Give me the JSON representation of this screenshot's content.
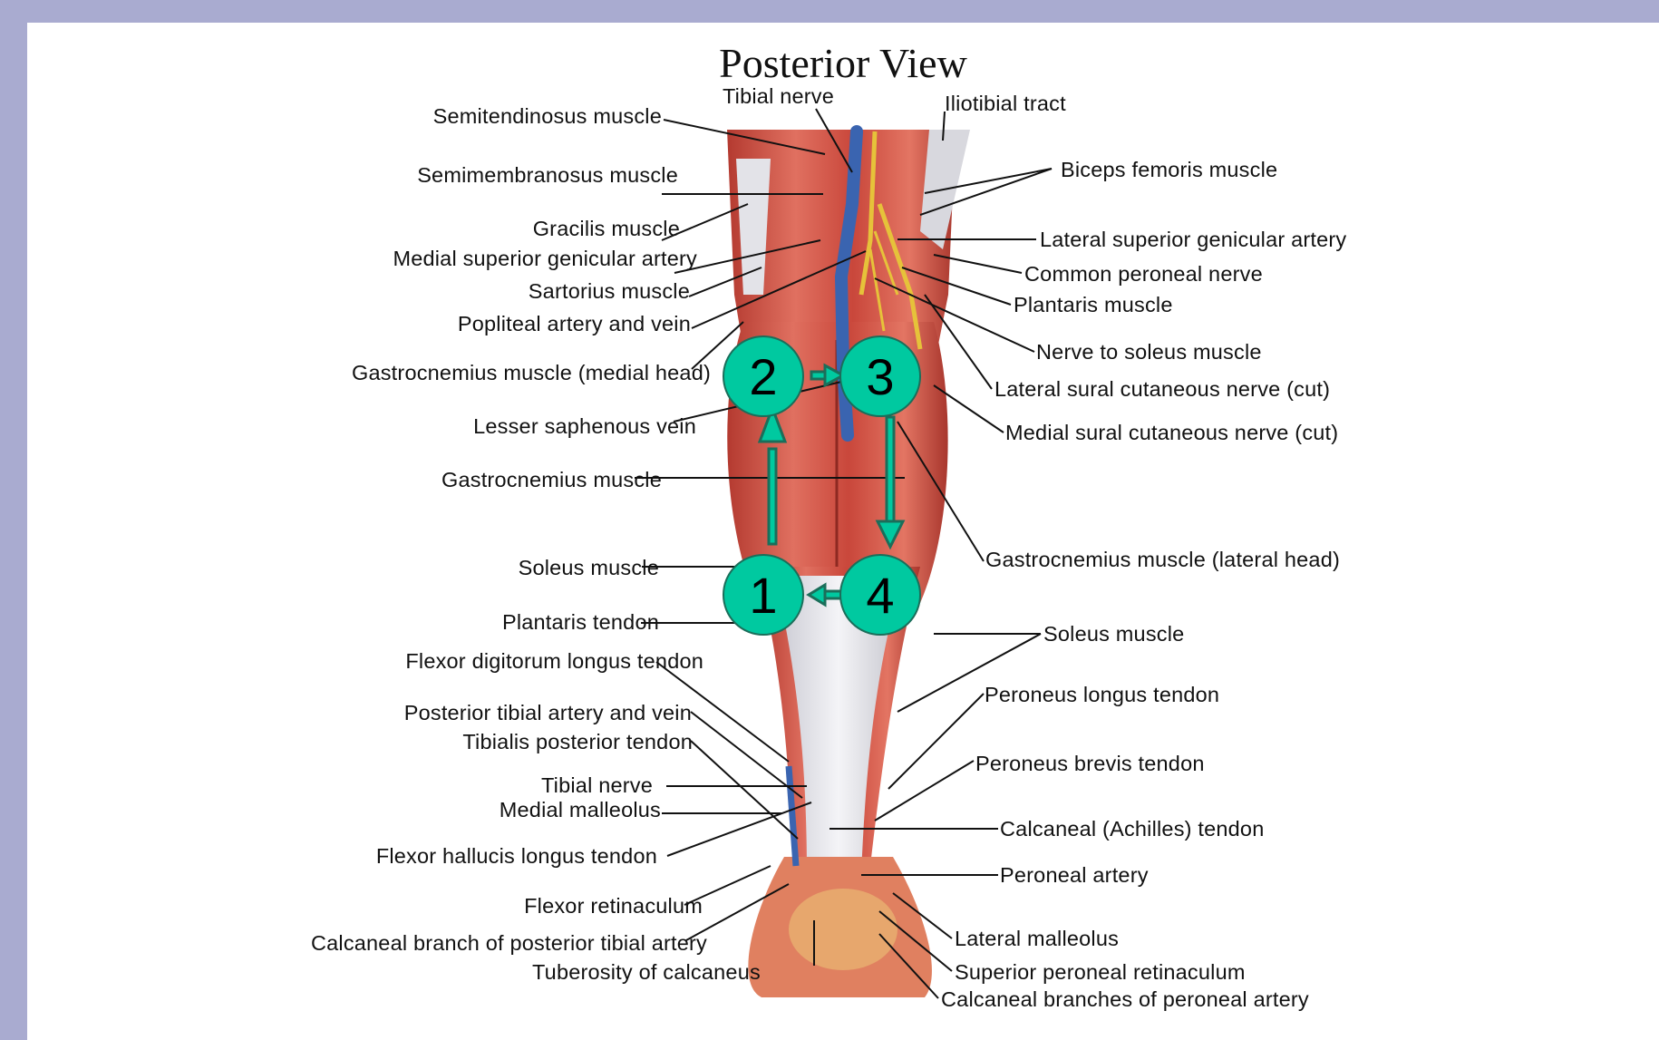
{
  "title": "Posterior View",
  "labels_left": [
    {
      "id": "semitendinosus",
      "text": "Semitendinosus muscle"
    },
    {
      "id": "semimembranosus",
      "text": "Semimembranosus muscle"
    },
    {
      "id": "gracilis",
      "text": "Gracilis muscle"
    },
    {
      "id": "medial-sup-genicular",
      "text": "Medial superior genicular artery"
    },
    {
      "id": "sartorius",
      "text": "Sartorius muscle"
    },
    {
      "id": "popliteal",
      "text": "Popliteal artery and vein"
    },
    {
      "id": "gastroc-medial",
      "text": "Gastrocnemius muscle (medial head)"
    },
    {
      "id": "lesser-saphenous",
      "text": "Lesser saphenous vein"
    },
    {
      "id": "gastrocnemius",
      "text": "Gastrocnemius muscle"
    },
    {
      "id": "soleus-left",
      "text": "Soleus muscle"
    },
    {
      "id": "plantaris-tendon",
      "text": "Plantaris tendon"
    },
    {
      "id": "fdl-tendon",
      "text": "Flexor digitorum longus tendon"
    },
    {
      "id": "post-tibial-artery",
      "text": "Posterior tibial artery and vein"
    },
    {
      "id": "tib-post-tendon",
      "text": "Tibialis posterior tendon"
    },
    {
      "id": "tibial-nerve-low",
      "text": "Tibial nerve"
    },
    {
      "id": "medial-malleolus",
      "text": "Medial malleolus"
    },
    {
      "id": "fhl-tendon",
      "text": "Flexor hallucis longus tendon"
    },
    {
      "id": "flexor-retinaculum",
      "text": "Flexor retinaculum"
    },
    {
      "id": "calc-branch-ptib",
      "text": "Calcaneal branch of posterior tibial artery"
    }
  ],
  "labels_center": [
    {
      "id": "tibial-nerve-top",
      "text": "Tibial nerve"
    },
    {
      "id": "tuberosity",
      "text": "Tuberosity of calcaneus"
    }
  ],
  "labels_right": [
    {
      "id": "iliotibial",
      "text": "Iliotibial tract"
    },
    {
      "id": "biceps-femoris",
      "text": "Biceps femoris muscle"
    },
    {
      "id": "lat-sup-genicular",
      "text": "Lateral superior genicular artery"
    },
    {
      "id": "common-peroneal",
      "text": "Common peroneal nerve"
    },
    {
      "id": "plantaris-muscle",
      "text": "Plantaris muscle"
    },
    {
      "id": "nerve-soleus",
      "text": "Nerve to soleus muscle"
    },
    {
      "id": "lat-sural",
      "text": "Lateral sural cutaneous nerve (cut)"
    },
    {
      "id": "med-sural",
      "text": "Medial sural cutaneous nerve (cut)"
    },
    {
      "id": "gastroc-lateral",
      "text": "Gastrocnemius muscle (lateral head)"
    },
    {
      "id": "soleus-right",
      "text": "Soleus muscle"
    },
    {
      "id": "peroneus-longus",
      "text": "Peroneus longus tendon"
    },
    {
      "id": "peroneus-brevis",
      "text": "Peroneus brevis tendon"
    },
    {
      "id": "achilles",
      "text": "Calcaneal (Achilles) tendon"
    },
    {
      "id": "peroneal-artery",
      "text": "Peroneal artery"
    },
    {
      "id": "lateral-malleolus",
      "text": "Lateral malleolus"
    },
    {
      "id": "sup-peroneal-ret",
      "text": "Superior peroneal retinaculum"
    },
    {
      "id": "calc-branches-peroneal",
      "text": "Calcaneal branches of peroneal artery"
    }
  ],
  "badges": [
    {
      "id": "badge-1",
      "text": "1"
    },
    {
      "id": "badge-2",
      "text": "2"
    },
    {
      "id": "badge-3",
      "text": "3"
    },
    {
      "id": "badge-4",
      "text": "4"
    }
  ],
  "colors": {
    "background": "#a9abd0",
    "canvas": "#ffffff",
    "badge_fill": "#00c9a0",
    "arrow": "#1b6e5a",
    "muscle": "#c9473b",
    "tendon": "#e8e8ec",
    "nerve": "#e6c23a",
    "vein": "#3a64b0"
  }
}
